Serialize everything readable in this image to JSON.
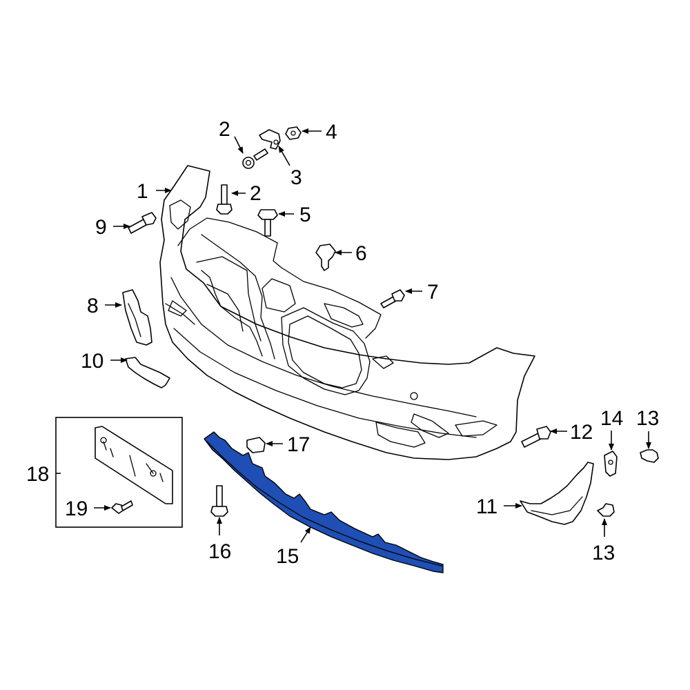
{
  "highlight_color": "#1f4fb4",
  "callouts": [
    {
      "id": "c1",
      "label": "1"
    },
    {
      "id": "c2a",
      "label": "2"
    },
    {
      "id": "c2b",
      "label": "2"
    },
    {
      "id": "c3",
      "label": "3"
    },
    {
      "id": "c4",
      "label": "4"
    },
    {
      "id": "c5",
      "label": "5"
    },
    {
      "id": "c6",
      "label": "6"
    },
    {
      "id": "c7",
      "label": "7"
    },
    {
      "id": "c8",
      "label": "8"
    },
    {
      "id": "c9",
      "label": "9"
    },
    {
      "id": "c10",
      "label": "10"
    },
    {
      "id": "c11",
      "label": "11"
    },
    {
      "id": "c12",
      "label": "12"
    },
    {
      "id": "c13a",
      "label": "13"
    },
    {
      "id": "c13b",
      "label": "13"
    },
    {
      "id": "c14",
      "label": "14"
    },
    {
      "id": "c15",
      "label": "15"
    },
    {
      "id": "c16",
      "label": "16"
    },
    {
      "id": "c17",
      "label": "17"
    },
    {
      "id": "c18",
      "label": "18"
    },
    {
      "id": "c19",
      "label": "19"
    }
  ]
}
